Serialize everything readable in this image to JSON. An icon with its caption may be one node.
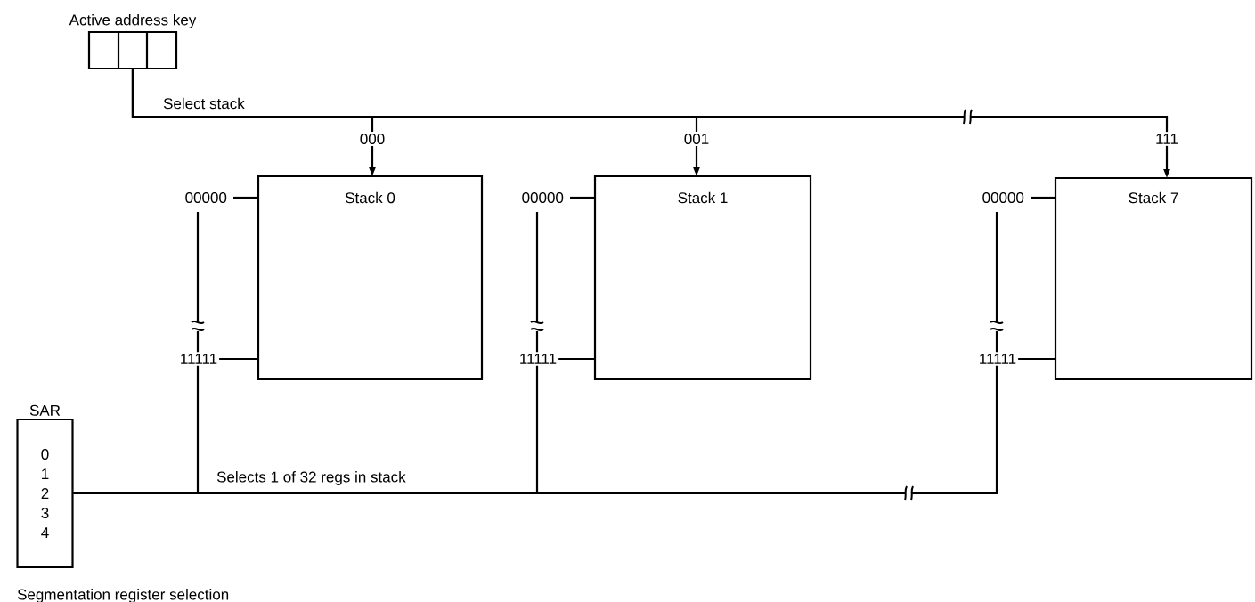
{
  "diagram": {
    "caption": "Segmentation register selection",
    "nodes": [
      {
        "text": [
          "Active address key"
        ]
      },
      {
        "text": [
          "Stack 0"
        ],
        "beside": [
          "00000",
          "11111"
        ]
      },
      {
        "text": [
          "Stack 1"
        ],
        "beside": [
          "00000",
          "11111"
        ]
      },
      {
        "text": [
          "Stack 7"
        ],
        "beside": [
          "00000",
          "11111"
        ]
      },
      {
        "text": [
          "SAR",
          "0",
          "1",
          "2",
          "3",
          "4"
        ]
      }
    ],
    "edges": [
      {
        "from": 0,
        "to": 1,
        "arrow": "to",
        "label": "000"
      },
      {
        "from": 0,
        "to": 2,
        "arrow": "to",
        "label": "001"
      },
      {
        "from": 0,
        "to": 3,
        "arrow": "to",
        "label": "111"
      },
      {
        "from": 4,
        "to": 1,
        "arrow": "none"
      },
      {
        "from": 4,
        "to": 2,
        "arrow": "none"
      },
      {
        "from": 4,
        "to": 3,
        "arrow": "none"
      }
    ],
    "labels": [
      "Select stack",
      "Selects 1 of 32 regs in stack"
    ]
  }
}
